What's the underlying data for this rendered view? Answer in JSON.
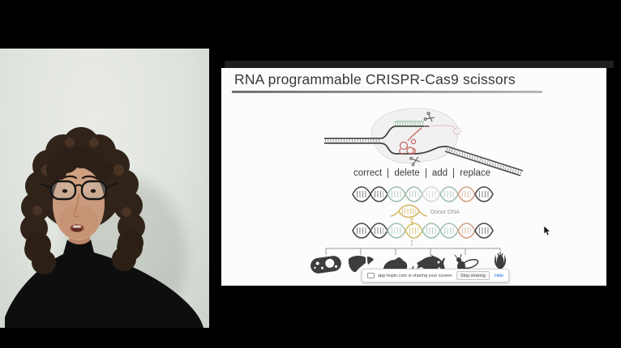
{
  "slide": {
    "title": "RNA programmable CRISPR-Cas9 scissors",
    "edit_modes": [
      "correct",
      "delete",
      "add",
      "replace"
    ],
    "donor_dna_label": "Donor DNA",
    "organisms": [
      "plasmid",
      "liver",
      "mouse",
      "fish",
      "fruit-fly",
      "corn"
    ],
    "colors": {
      "slide_bg": "#fcfcfc",
      "dna_dark": "#4a4a4a",
      "dna_green": "#9fc0ae",
      "dna_pale": "#d4dbd2",
      "dna_salmon": "#d5a083",
      "dna_yellow": "#d5bd62",
      "guide_rna_red": "#c4605c",
      "cas9_blob": "#f1f1f1",
      "organism_icon": "#3d3d3d"
    }
  },
  "banner": {
    "message": "app.hopin.com is sharing your screen.",
    "stop_button_label": "Stop sharing",
    "hide_label": "Hide",
    "hide_link_color": "#1a73e8"
  }
}
